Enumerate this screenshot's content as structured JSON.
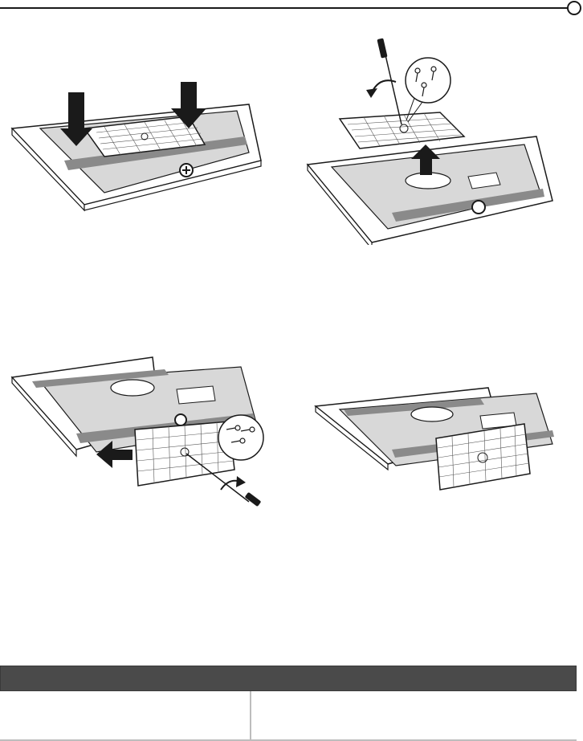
{
  "page": {
    "theme": {
      "ink": "#1a1a1a",
      "panel_gray": "#d8d8d8",
      "band_gray": "#8a8a8a",
      "header_bg": "#4a4a4a"
    },
    "illustrations": [
      {
        "id": "step-1",
        "icon": "stand-base-press-down-illustration"
      },
      {
        "id": "step-2",
        "icon": "stand-base-lift-off-illustration"
      },
      {
        "id": "step-3",
        "icon": "stand-mount-attach-illustration"
      },
      {
        "id": "step-4",
        "icon": "stand-mount-attached-illustration"
      }
    ],
    "table": {
      "header": "",
      "columns": [
        "",
        ""
      ]
    }
  }
}
